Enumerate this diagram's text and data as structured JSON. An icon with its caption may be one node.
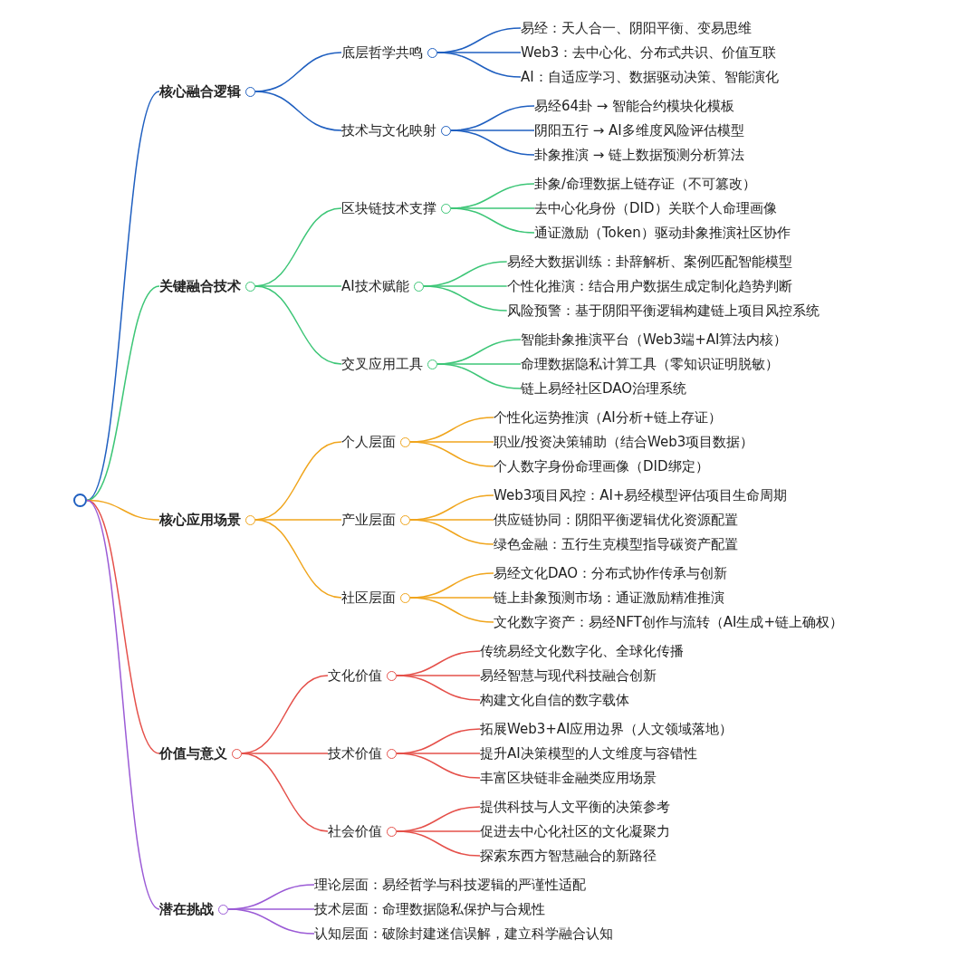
{
  "diagram": {
    "nodes": [
      {
        "text": [],
        "shape": "circle"
      },
      {
        "text": [
          "核心融合逻辑"
        ]
      },
      {
        "text": [
          "底层哲学共鸣"
        ]
      },
      {
        "text": [
          "易经：天人合一、阴阳平衡、变易思维"
        ]
      },
      {
        "text": [
          "Web3：去中心化、分布式共识、价值互联"
        ]
      },
      {
        "text": [
          "AI：自适应学习、数据驱动决策、智能演化"
        ]
      },
      {
        "text": [
          "技术与文化映射"
        ]
      },
      {
        "text": [
          "易经64卦 → 智能合约模块化模板"
        ]
      },
      {
        "text": [
          "阴阳五行 → AI多维度风险评估模型"
        ]
      },
      {
        "text": [
          "卦象推演 → 链上数据预测分析算法"
        ]
      },
      {
        "text": [
          "关键融合技术"
        ]
      },
      {
        "text": [
          "区块链技术支撑"
        ]
      },
      {
        "text": [
          "卦象/命理数据上链存证（不可篡改）"
        ]
      },
      {
        "text": [
          "去中心化身份（DID）关联个人命理画像"
        ]
      },
      {
        "text": [
          "通证激励（Token）驱动卦象推演社区协作"
        ]
      },
      {
        "text": [
          "AI技术赋能"
        ]
      },
      {
        "text": [
          "易经大数据训练：卦辞解析、案例匹配智能模型"
        ]
      },
      {
        "text": [
          "个性化推演：结合用户数据生成定制化趋势判断"
        ]
      },
      {
        "text": [
          "风险预警：基于阴阳平衡逻辑构建链上项目风控系统"
        ]
      },
      {
        "text": [
          "交叉应用工具"
        ]
      },
      {
        "text": [
          "智能卦象推演平台（Web3端+AI算法内核）"
        ]
      },
      {
        "text": [
          "命理数据隐私计算工具（零知识证明脱敏）"
        ]
      },
      {
        "text": [
          "链上易经社区DAO治理系统"
        ]
      },
      {
        "text": [
          "核心应用场景"
        ]
      },
      {
        "text": [
          "个人层面"
        ]
      },
      {
        "text": [
          "个性化运势推演（AI分析+链上存证）"
        ]
      },
      {
        "text": [
          "职业/投资决策辅助（结合Web3项目数据）"
        ]
      },
      {
        "text": [
          "个人数字身份命理画像（DID绑定）"
        ]
      },
      {
        "text": [
          "产业层面"
        ]
      },
      {
        "text": [
          "Web3项目风控：AI+易经模型评估项目生命周期"
        ]
      },
      {
        "text": [
          "供应链协同：阴阳平衡逻辑优化资源配置"
        ]
      },
      {
        "text": [
          "绿色金融：五行生克模型指导碳资产配置"
        ]
      },
      {
        "text": [
          "社区层面"
        ]
      },
      {
        "text": [
          "易经文化DAO：分布式协作传承与创新"
        ]
      },
      {
        "text": [
          "链上卦象预测市场：通证激励精准推演"
        ]
      },
      {
        "text": [
          "文化数字资产：易经NFT创作与流转（AI生成+链上确权）"
        ]
      },
      {
        "text": [
          "价值与意义"
        ]
      },
      {
        "text": [
          "文化价值"
        ]
      },
      {
        "text": [
          "传统易经文化数字化、全球化传播"
        ]
      },
      {
        "text": [
          "易经智慧与现代科技融合创新"
        ]
      },
      {
        "text": [
          "构建文化自信的数字载体"
        ]
      },
      {
        "text": [
          "技术价值"
        ]
      },
      {
        "text": [
          "拓展Web3+AI应用边界（人文领域落地）"
        ]
      },
      {
        "text": [
          "提升AI决策模型的人文维度与容错性"
        ]
      },
      {
        "text": [
          "丰富区块链非金融类应用场景"
        ]
      },
      {
        "text": [
          "社会价值"
        ]
      },
      {
        "text": [
          "提供科技与人文平衡的决策参考"
        ]
      },
      {
        "text": [
          "促进去中心化社区的文化凝聚力"
        ]
      },
      {
        "text": [
          "探索东西方智慧融合的新路径"
        ]
      },
      {
        "text": [
          "潜在挑战"
        ]
      },
      {
        "text": [
          "理论层面：易经哲学与科技逻辑的严谨性适配"
        ]
      },
      {
        "text": [
          "技术层面：命理数据隐私保护与合规性"
        ]
      },
      {
        "text": [
          "认知层面：破除封建迷信误解，建立科学融合认知"
        ]
      }
    ],
    "edges": [
      {
        "from": 0,
        "to": 1,
        "arrow": "none",
        "color": "#1f5fc0"
      },
      {
        "from": 0,
        "to": 10,
        "arrow": "none",
        "color": "#3dc677"
      },
      {
        "from": 0,
        "to": 23,
        "arrow": "none",
        "color": "#f0a51c"
      },
      {
        "from": 0,
        "to": 36,
        "arrow": "none",
        "color": "#e5504a"
      },
      {
        "from": 0,
        "to": 49,
        "arrow": "none",
        "color": "#9b5bd6"
      },
      {
        "from": 1,
        "to": 2,
        "arrow": "none",
        "color": "#1f5fc0"
      },
      {
        "from": 1,
        "to": 6,
        "arrow": "none",
        "color": "#1f5fc0"
      },
      {
        "from": 2,
        "to": 3,
        "arrow": "none",
        "color": "#1f5fc0"
      },
      {
        "from": 2,
        "to": 4,
        "arrow": "none",
        "color": "#1f5fc0"
      },
      {
        "from": 2,
        "to": 5,
        "arrow": "none",
        "color": "#1f5fc0"
      },
      {
        "from": 6,
        "to": 7,
        "arrow": "none",
        "color": "#1f5fc0"
      },
      {
        "from": 6,
        "to": 8,
        "arrow": "none",
        "color": "#1f5fc0"
      },
      {
        "from": 6,
        "to": 9,
        "arrow": "none",
        "color": "#1f5fc0"
      },
      {
        "from": 10,
        "to": 11,
        "arrow": "none",
        "color": "#3dc677"
      },
      {
        "from": 10,
        "to": 15,
        "arrow": "none",
        "color": "#3dc677"
      },
      {
        "from": 10,
        "to": 19,
        "arrow": "none",
        "color": "#3dc677"
      },
      {
        "from": 11,
        "to": 12,
        "arrow": "none",
        "color": "#3dc677"
      },
      {
        "from": 11,
        "to": 13,
        "arrow": "none",
        "color": "#3dc677"
      },
      {
        "from": 11,
        "to": 14,
        "arrow": "none",
        "color": "#3dc677"
      },
      {
        "from": 15,
        "to": 16,
        "arrow": "none",
        "color": "#3dc677"
      },
      {
        "from": 15,
        "to": 17,
        "arrow": "none",
        "color": "#3dc677"
      },
      {
        "from": 15,
        "to": 18,
        "arrow": "none",
        "color": "#3dc677"
      },
      {
        "from": 19,
        "to": 20,
        "arrow": "none",
        "color": "#3dc677"
      },
      {
        "from": 19,
        "to": 21,
        "arrow": "none",
        "color": "#3dc677"
      },
      {
        "from": 19,
        "to": 22,
        "arrow": "none",
        "color": "#3dc677"
      },
      {
        "from": 23,
        "to": 24,
        "arrow": "none",
        "color": "#f0a51c"
      },
      {
        "from": 23,
        "to": 28,
        "arrow": "none",
        "color": "#f0a51c"
      },
      {
        "from": 23,
        "to": 32,
        "arrow": "none",
        "color": "#f0a51c"
      },
      {
        "from": 24,
        "to": 25,
        "arrow": "none",
        "color": "#f0a51c"
      },
      {
        "from": 24,
        "to": 26,
        "arrow": "none",
        "color": "#f0a51c"
      },
      {
        "from": 24,
        "to": 27,
        "arrow": "none",
        "color": "#f0a51c"
      },
      {
        "from": 28,
        "to": 29,
        "arrow": "none",
        "color": "#f0a51c"
      },
      {
        "from": 28,
        "to": 30,
        "arrow": "none",
        "color": "#f0a51c"
      },
      {
        "from": 28,
        "to": 31,
        "arrow": "none",
        "color": "#f0a51c"
      },
      {
        "from": 32,
        "to": 33,
        "arrow": "none",
        "color": "#f0a51c"
      },
      {
        "from": 32,
        "to": 34,
        "arrow": "none",
        "color": "#f0a51c"
      },
      {
        "from": 32,
        "to": 35,
        "arrow": "none",
        "color": "#f0a51c"
      },
      {
        "from": 36,
        "to": 37,
        "arrow": "none",
        "color": "#e5504a"
      },
      {
        "from": 36,
        "to": 41,
        "arrow": "none",
        "color": "#e5504a"
      },
      {
        "from": 36,
        "to": 45,
        "arrow": "none",
        "color": "#e5504a"
      },
      {
        "from": 37,
        "to": 38,
        "arrow": "none",
        "color": "#e5504a"
      },
      {
        "from": 37,
        "to": 39,
        "arrow": "none",
        "color": "#e5504a"
      },
      {
        "from": 37,
        "to": 40,
        "arrow": "none",
        "color": "#e5504a"
      },
      {
        "from": 41,
        "to": 42,
        "arrow": "none",
        "color": "#e5504a"
      },
      {
        "from": 41,
        "to": 43,
        "arrow": "none",
        "color": "#e5504a"
      },
      {
        "from": 41,
        "to": 44,
        "arrow": "none",
        "color": "#e5504a"
      },
      {
        "from": 45,
        "to": 46,
        "arrow": "none",
        "color": "#e5504a"
      },
      {
        "from": 45,
        "to": 47,
        "arrow": "none",
        "color": "#e5504a"
      },
      {
        "from": 45,
        "to": 48,
        "arrow": "none",
        "color": "#e5504a"
      },
      {
        "from": 49,
        "to": 50,
        "arrow": "none",
        "color": "#9b5bd6"
      },
      {
        "from": 49,
        "to": 51,
        "arrow": "none",
        "color": "#9b5bd6"
      },
      {
        "from": 49,
        "to": 52,
        "arrow": "none",
        "color": "#9b5bd6"
      }
    ]
  }
}
